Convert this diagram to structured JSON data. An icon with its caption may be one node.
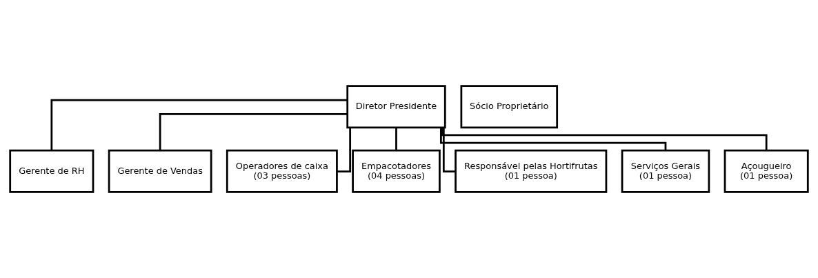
{
  "diagram": {
    "nodes": [
      {
        "text": [
          "Diretor Presidente"
        ]
      },
      {
        "text": [
          "Sócio Proprietário"
        ]
      },
      {
        "text": [
          "Gerente de RH"
        ]
      },
      {
        "text": [
          "Gerente de Vendas"
        ]
      },
      {
        "text": [
          "Operadores de caixa",
          "(03 pessoas)"
        ]
      },
      {
        "text": [
          "Empacotadores",
          "(04 pessoas)"
        ]
      },
      {
        "text": [
          "Responsável pelas Hortifrutas",
          "(01 pessoa)"
        ]
      },
      {
        "text": [
          "Serviços Gerais",
          "(01 pessoa)"
        ]
      },
      {
        "text": [
          "Açougueiro",
          "(01 pessoa)"
        ]
      }
    ],
    "edges": [
      {
        "from": 0,
        "to": 2,
        "arrow": "none"
      },
      {
        "from": 0,
        "to": 3,
        "arrow": "none"
      },
      {
        "from": 0,
        "to": 4,
        "arrow": "none"
      },
      {
        "from": 0,
        "to": 5,
        "arrow": "none"
      },
      {
        "from": 0,
        "to": 6,
        "arrow": "none"
      },
      {
        "from": 0,
        "to": 7,
        "arrow": "none"
      },
      {
        "from": 0,
        "to": 8,
        "arrow": "none"
      }
    ]
  }
}
